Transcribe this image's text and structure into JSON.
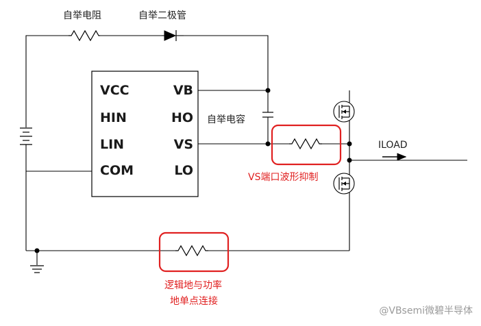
{
  "labels": {
    "bootstrap_resistor": "自举电阻",
    "bootstrap_diode": "自举二极管",
    "bootstrap_capacitor": "自举电容",
    "vs_suppression": "VS端口波形抑制",
    "ground_line1": "逻辑地与功率",
    "ground_line2": "地单点连接",
    "iload": "ILOAD"
  },
  "ic_pins": {
    "left": [
      "VCC",
      "HIN",
      "LIN",
      "COM"
    ],
    "right": [
      "VB",
      "HO",
      "VS",
      "LO"
    ]
  },
  "watermark": "@VBsemi微碧半导体",
  "colors": {
    "wire": "#000000",
    "highlight": "#e02020",
    "watermark": "#9a9a9a"
  }
}
